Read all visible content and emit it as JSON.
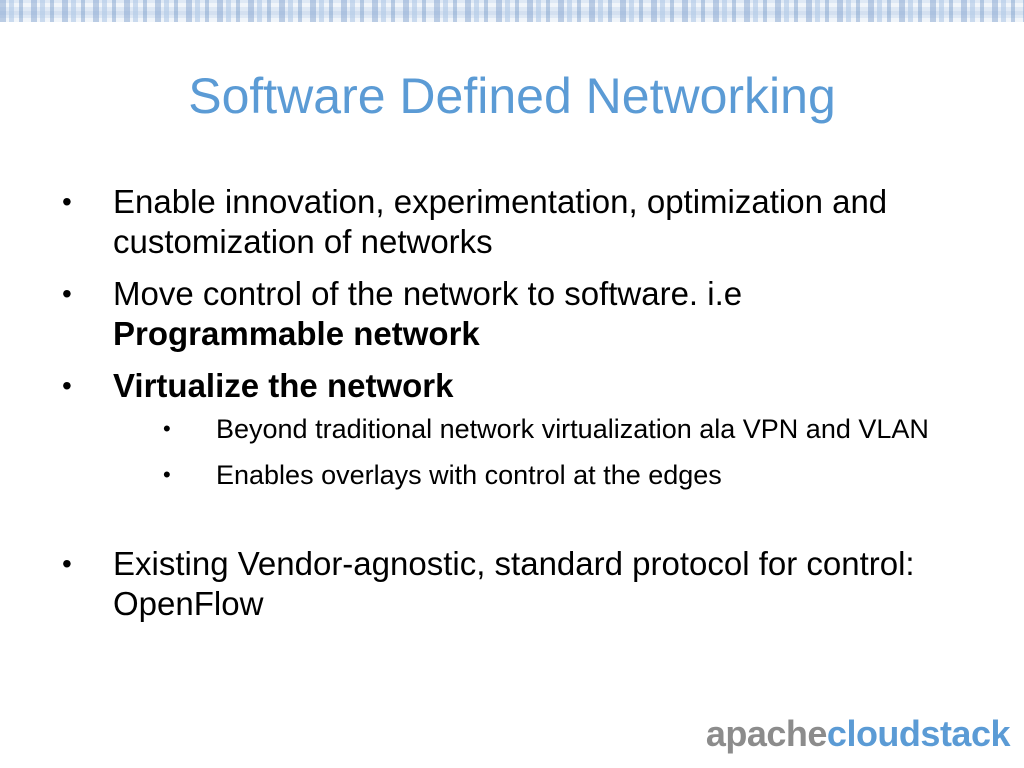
{
  "slide": {
    "title": "Software Defined Networking",
    "bullets": [
      {
        "text": "Enable innovation, experimentation, optimization and customization of networks"
      },
      {
        "text_prefix": "Move control of the network to software. i.e",
        "text_bold": "Programmable network"
      },
      {
        "text_bold": "Virtualize the network"
      },
      {
        "text": "Existing Vendor-agnostic, standard protocol for control: OpenFlow"
      }
    ],
    "sub_bullets": [
      {
        "text": "Beyond traditional network virtualization ala VPN and VLAN"
      },
      {
        "text": "Enables overlays with control at the edges"
      }
    ],
    "bullet_symbol": "•"
  },
  "logo": {
    "part1": "apache",
    "part2": "cloudstack",
    "colors": {
      "part1": "#8c8c8c",
      "part2": "#5b9bd5"
    }
  },
  "colors": {
    "title": "#5b9bd5",
    "text": "#000000"
  }
}
